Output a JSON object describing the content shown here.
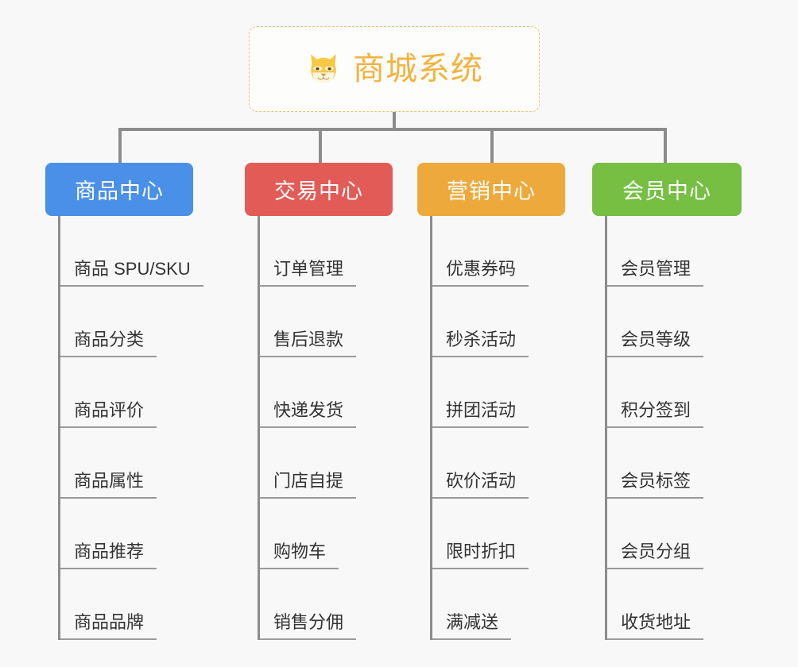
{
  "diagram": {
    "title": "商城系统",
    "root": {
      "label": "商城系统",
      "icon": "shiba-dog-face-icon",
      "text_color": "#f2b33d",
      "border_color": "#f0c070",
      "background": "#fdfdfc"
    },
    "background_color": "#f8f8f8",
    "connector_color": "#8c8c8c",
    "item_text_color": "#333333",
    "item_underline_color": "#9a9a9a",
    "branches": [
      {
        "label": "商品中心",
        "color": "#4a90e8",
        "items": [
          "商品 SPU/SKU",
          "商品分类",
          "商品评价",
          "商品属性",
          "商品推荐",
          "商品品牌"
        ]
      },
      {
        "label": "交易中心",
        "color": "#e35b56",
        "items": [
          "订单管理",
          "售后退款",
          "快递发货",
          "门店自提",
          "购物车",
          "销售分佣"
        ]
      },
      {
        "label": "营销中心",
        "color": "#eda93c",
        "items": [
          "优惠券码",
          "秒杀活动",
          "拼团活动",
          "砍价活动",
          "限时折扣",
          "满减送"
        ]
      },
      {
        "label": "会员中心",
        "color": "#76bf43",
        "items": [
          "会员管理",
          "会员等级",
          "积分签到",
          "会员标签",
          "会员分组",
          "收货地址"
        ]
      }
    ]
  }
}
